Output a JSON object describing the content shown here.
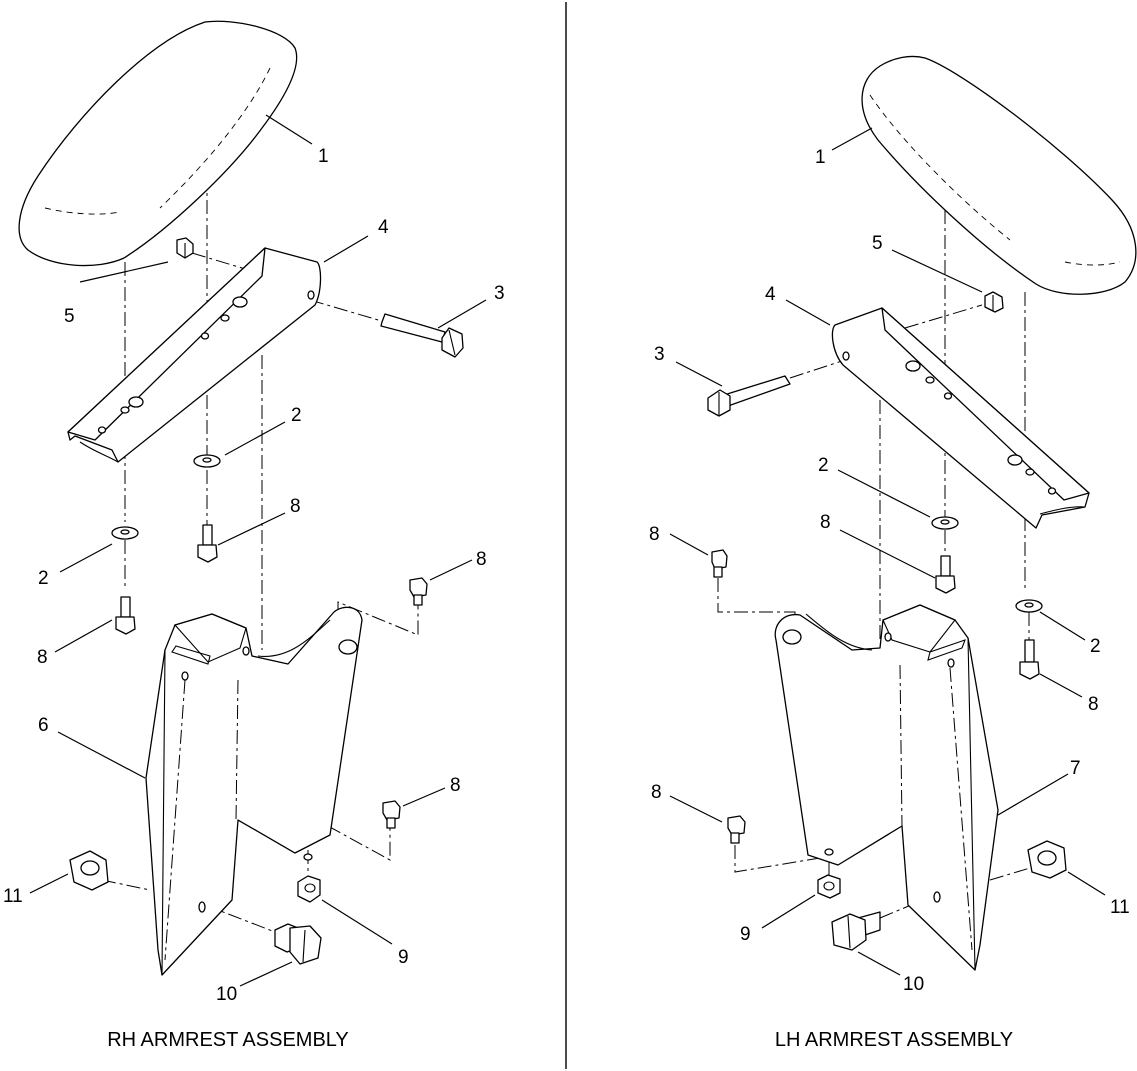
{
  "diagram": {
    "rh": {
      "caption": "RH ARMREST ASSEMBLY",
      "callouts": [
        "1",
        "4",
        "5",
        "3",
        "2",
        "8",
        "8",
        "2",
        "8",
        "6",
        "8",
        "11",
        "9",
        "10"
      ]
    },
    "lh": {
      "caption": "LH ARMREST ASSEMBLY",
      "callouts": [
        "1",
        "5",
        "4",
        "3",
        "2",
        "8",
        "8",
        "2",
        "8",
        "7",
        "8",
        "9",
        "11",
        "10"
      ]
    }
  },
  "colors": {
    "ink": "#000000",
    "paper": "#ffffff"
  }
}
